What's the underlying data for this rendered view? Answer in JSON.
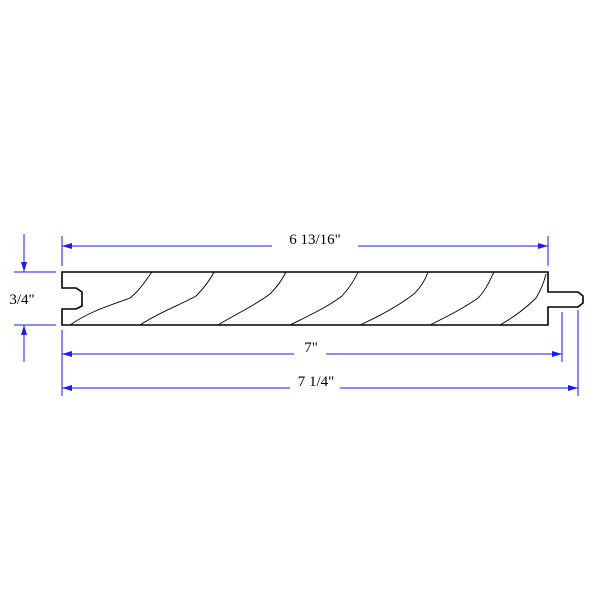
{
  "colors": {
    "dimension": "#1a1aff",
    "profile": "#000000",
    "background": "#ffffff"
  },
  "dimensions": {
    "face_width": "6 13/16\"",
    "thickness": "3/4\"",
    "nominal_width": "7\"",
    "overall_width": "7 1/4\""
  }
}
